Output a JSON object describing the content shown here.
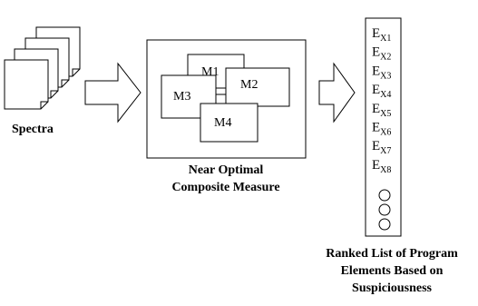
{
  "spectra": {
    "label": "Spectra"
  },
  "composite": {
    "measures": [
      "M1",
      "M2",
      "M3",
      "M4"
    ],
    "caption_line1": "Near Optimal",
    "caption_line2": "Composite Measure"
  },
  "ranked_list": {
    "elements": [
      {
        "base": "E",
        "sub": "X1"
      },
      {
        "base": "E",
        "sub": "X2"
      },
      {
        "base": "E",
        "sub": "X3"
      },
      {
        "base": "E",
        "sub": "X4"
      },
      {
        "base": "E",
        "sub": "X5"
      },
      {
        "base": "E",
        "sub": "X6"
      },
      {
        "base": "E",
        "sub": "X7"
      },
      {
        "base": "E",
        "sub": "X8"
      }
    ],
    "ellipsis_count": 3,
    "caption_line1": "Ranked List of Program",
    "caption_line2": "Elements Based on",
    "caption_line3": "Suspiciousness"
  }
}
